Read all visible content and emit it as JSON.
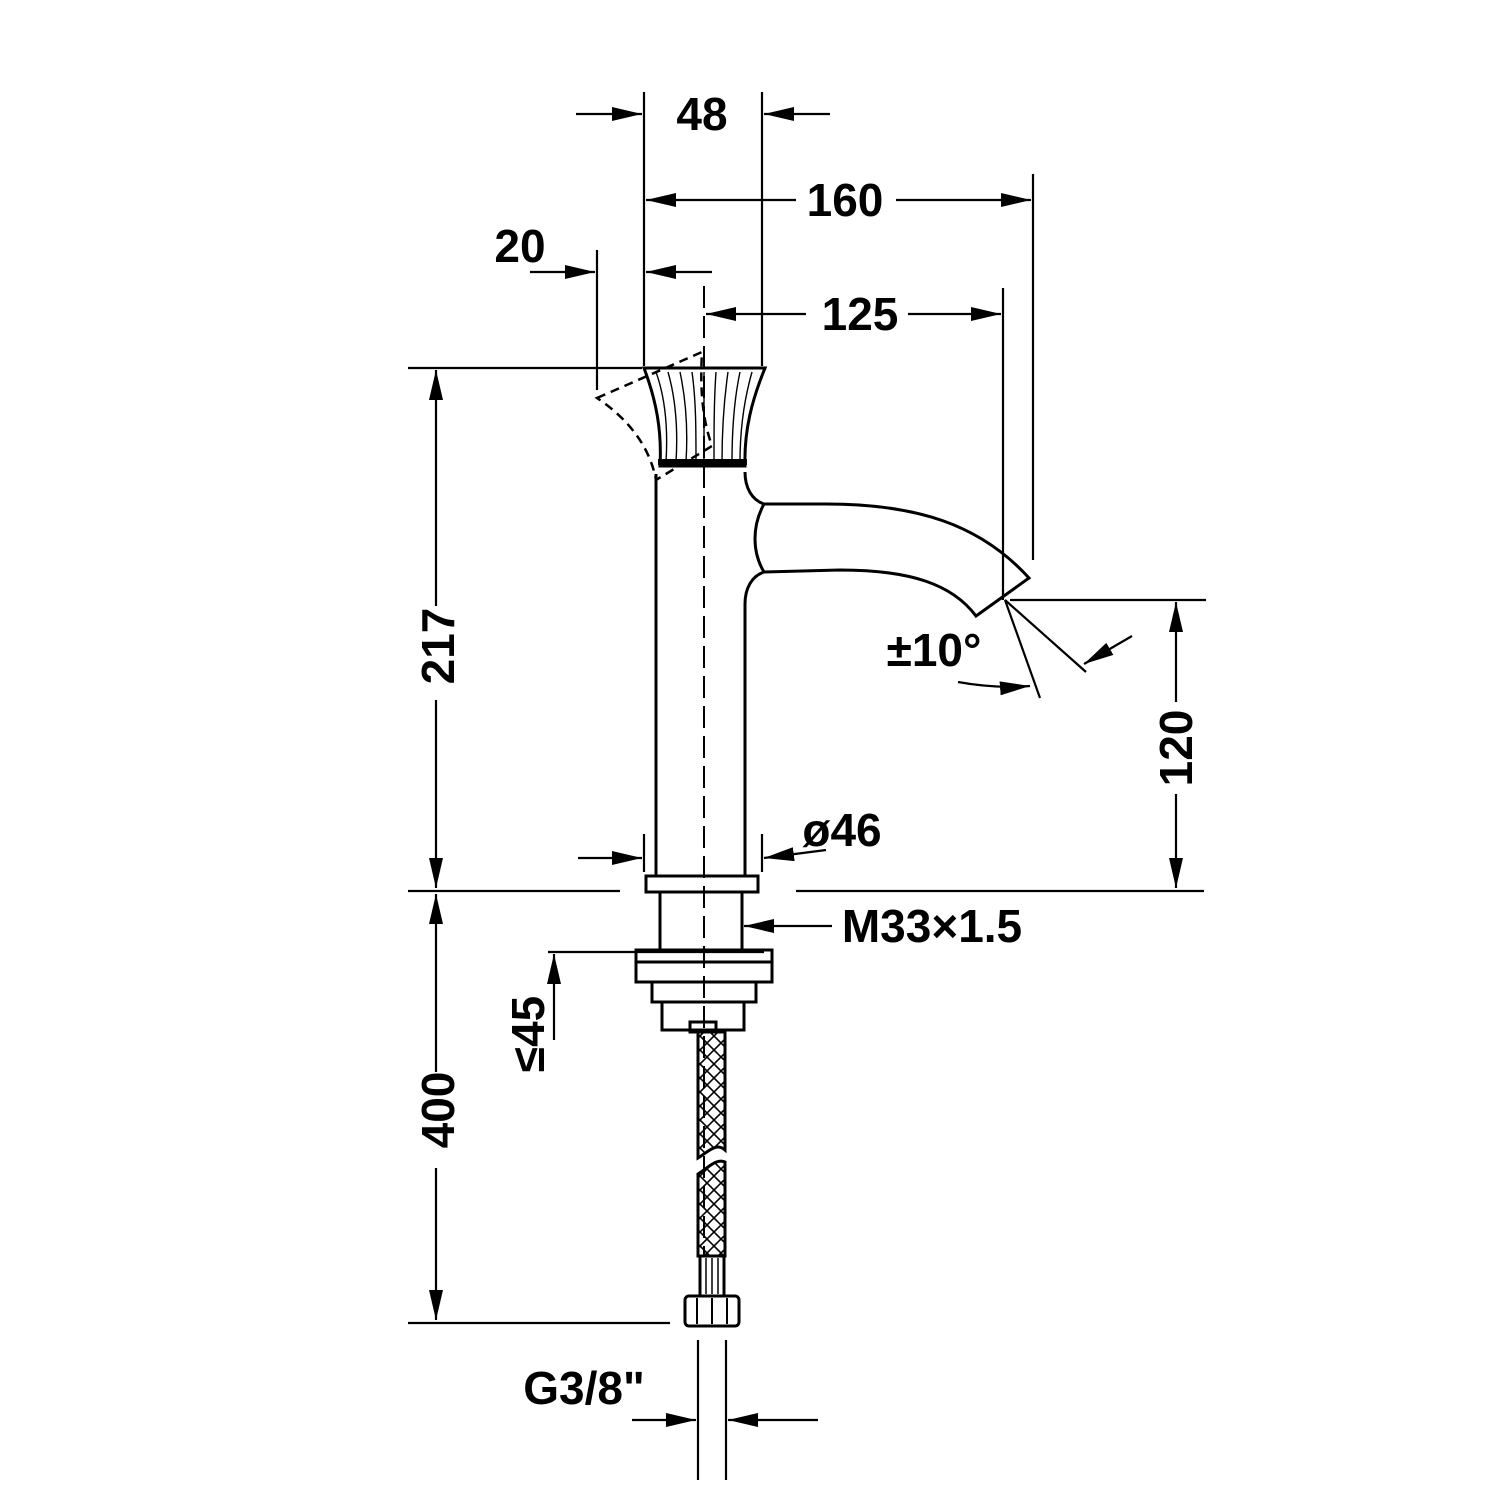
{
  "colors": {
    "line": "#000000",
    "background": "#ffffff"
  },
  "dimensions": {
    "top_width": "48",
    "overall_projection": "160",
    "lever_swing": "20",
    "spout_reach": "125",
    "body_height": "217",
    "spout_rotation": "±10°",
    "spout_height": "120",
    "body_diameter": "ø46",
    "mount_thread": "M33×1.5",
    "max_deck_thickness": "≤45",
    "hose_length": "400",
    "hose_connection": "G3/8\""
  }
}
